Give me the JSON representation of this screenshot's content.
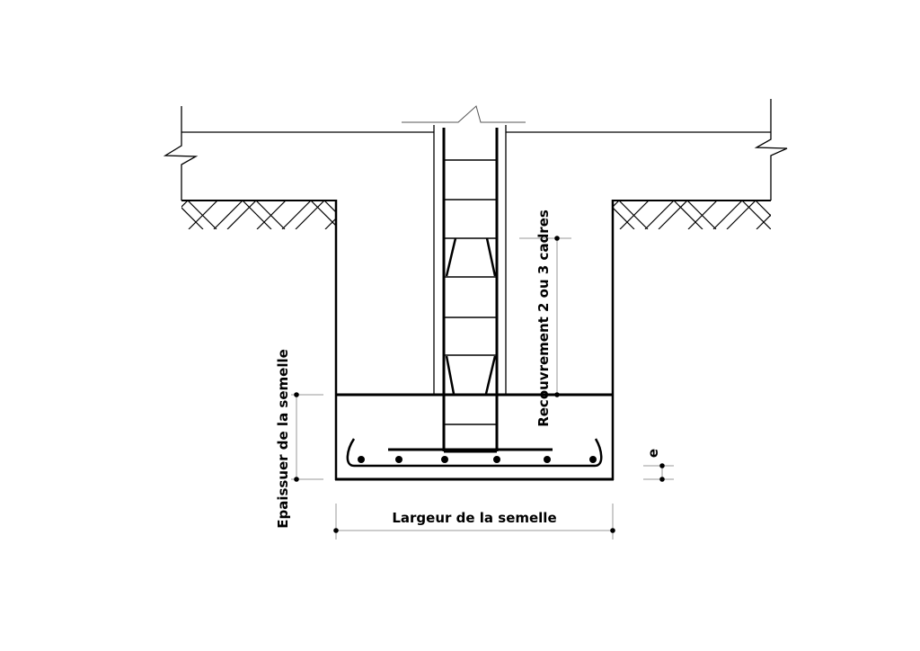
{
  "labels": {
    "width": "Largeur de la semelle",
    "thickness": "Epaissuer de la semelle",
    "overlap": "Recouvrement 2 ou 3 cadres",
    "cover": "e"
  },
  "colors": {
    "line": "#000000",
    "dimension": "#999999"
  }
}
